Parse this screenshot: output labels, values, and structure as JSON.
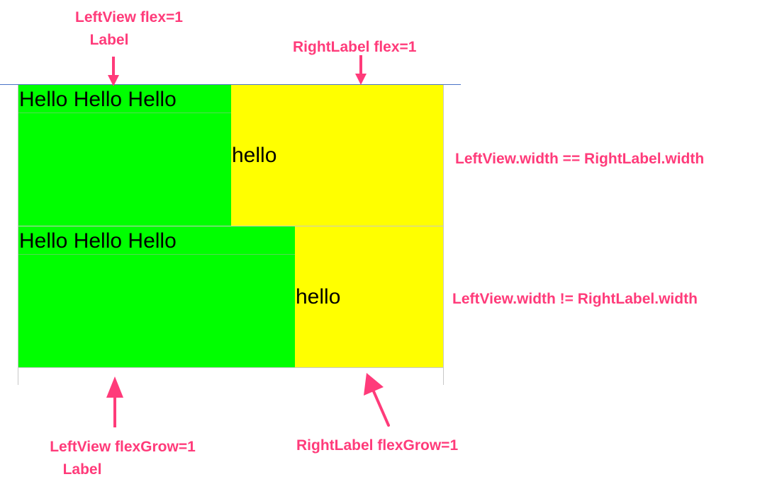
{
  "annotations": {
    "top_left_line1": "LeftView flex=1",
    "top_left_line2": "Label",
    "top_right": "RightLabel flex=1",
    "right_row1": "LeftView.width == RightLabel.width",
    "right_row2": "LeftView.width != RightLabel.width",
    "bottom_left_line1": "LeftView flexGrow=1",
    "bottom_left_line2": "Label",
    "bottom_right": "RightLabel flexGrow=1"
  },
  "rows": [
    {
      "left_label_text": "Hello Hello Hello",
      "right_label_text": "hello"
    },
    {
      "left_label_text": "Hello Hello Hello",
      "right_label_text": "hello"
    }
  ],
  "colors": {
    "annotation": "#ff3b7a",
    "left_view": "#00ff00",
    "right_label": "#ffff00",
    "top_rule": "#4a73c7",
    "divider": "#c8c8c8"
  },
  "icons": {
    "pointer": "arrow-icon"
  }
}
